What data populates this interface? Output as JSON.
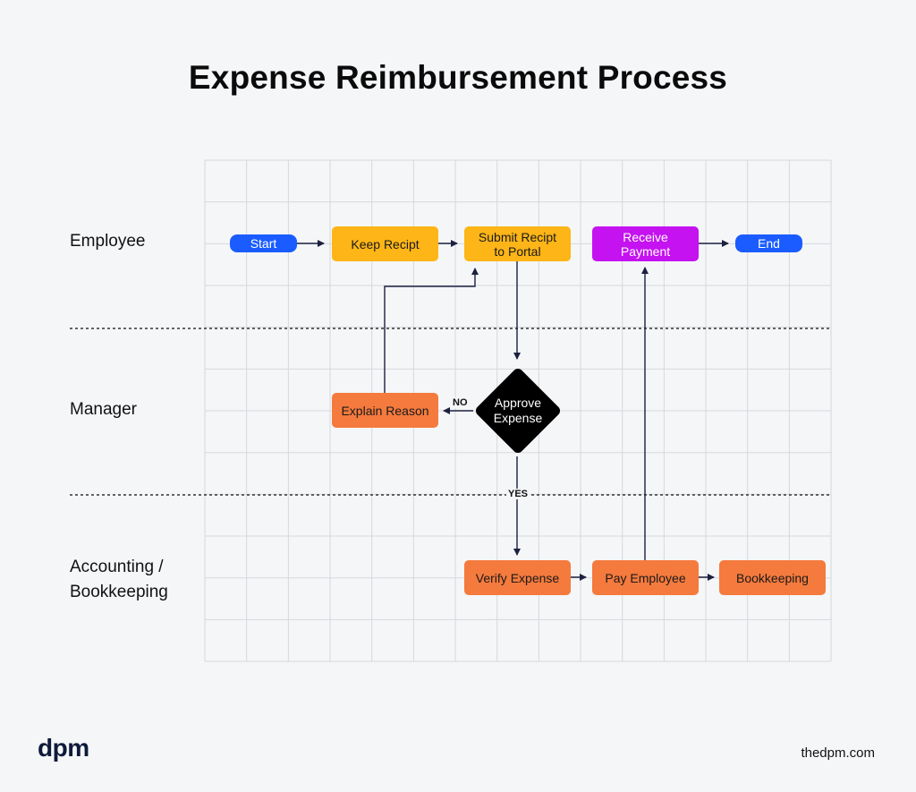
{
  "title": "Expense Reimbursement Process",
  "lanes": {
    "employee": "Employee",
    "manager": "Manager",
    "accounting_line1": "Accounting /",
    "accounting_line2": "Bookkeeping"
  },
  "nodes": {
    "start": "Start",
    "keep_receipt": "Keep Recipt",
    "submit_line1": "Submit Recipt",
    "submit_line2": "to Portal",
    "receive_line1": "Receive",
    "receive_line2": "Payment",
    "end": "End",
    "approve_line1": "Approve",
    "approve_line2": "Expense",
    "explain_reason": "Explain Reason",
    "verify_expense": "Verify Expense",
    "pay_employee": "Pay Employee",
    "bookkeeping": "Bookkeeping"
  },
  "edge_labels": {
    "no": "NO",
    "yes": "YES"
  },
  "footer": {
    "brand": "dpm",
    "site": "thedpm.com"
  },
  "colors": {
    "pill_blue": "#1a5cff",
    "yellow": "#fdb517",
    "orange": "#f57a3d",
    "magenta": "#c512f0",
    "decision": "#000000",
    "grid": "#d6d8dc",
    "arrow": "#1b2140"
  }
}
